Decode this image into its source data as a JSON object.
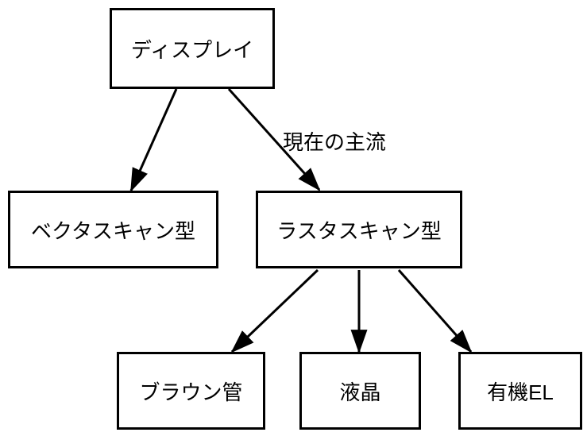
{
  "diagram": {
    "title": "display-technology-tree",
    "colors": {
      "background": "#ffffff",
      "stroke": "#000000",
      "text": "#000000"
    },
    "nodes": {
      "display": {
        "label": "ディスプレイ"
      },
      "vector_scan": {
        "label": "ベクタスキャン型"
      },
      "raster_scan": {
        "label": "ラスタスキャン型"
      },
      "crt": {
        "label": "ブラウン管"
      },
      "lcd": {
        "label": "液晶"
      },
      "oled": {
        "label": "有機EL"
      }
    },
    "edges": [
      {
        "from": "display",
        "to": "vector_scan",
        "label": ""
      },
      {
        "from": "display",
        "to": "raster_scan",
        "label": "現在の主流"
      },
      {
        "from": "raster_scan",
        "to": "crt",
        "label": ""
      },
      {
        "from": "raster_scan",
        "to": "lcd",
        "label": ""
      },
      {
        "from": "raster_scan",
        "to": "oled",
        "label": ""
      }
    ]
  }
}
